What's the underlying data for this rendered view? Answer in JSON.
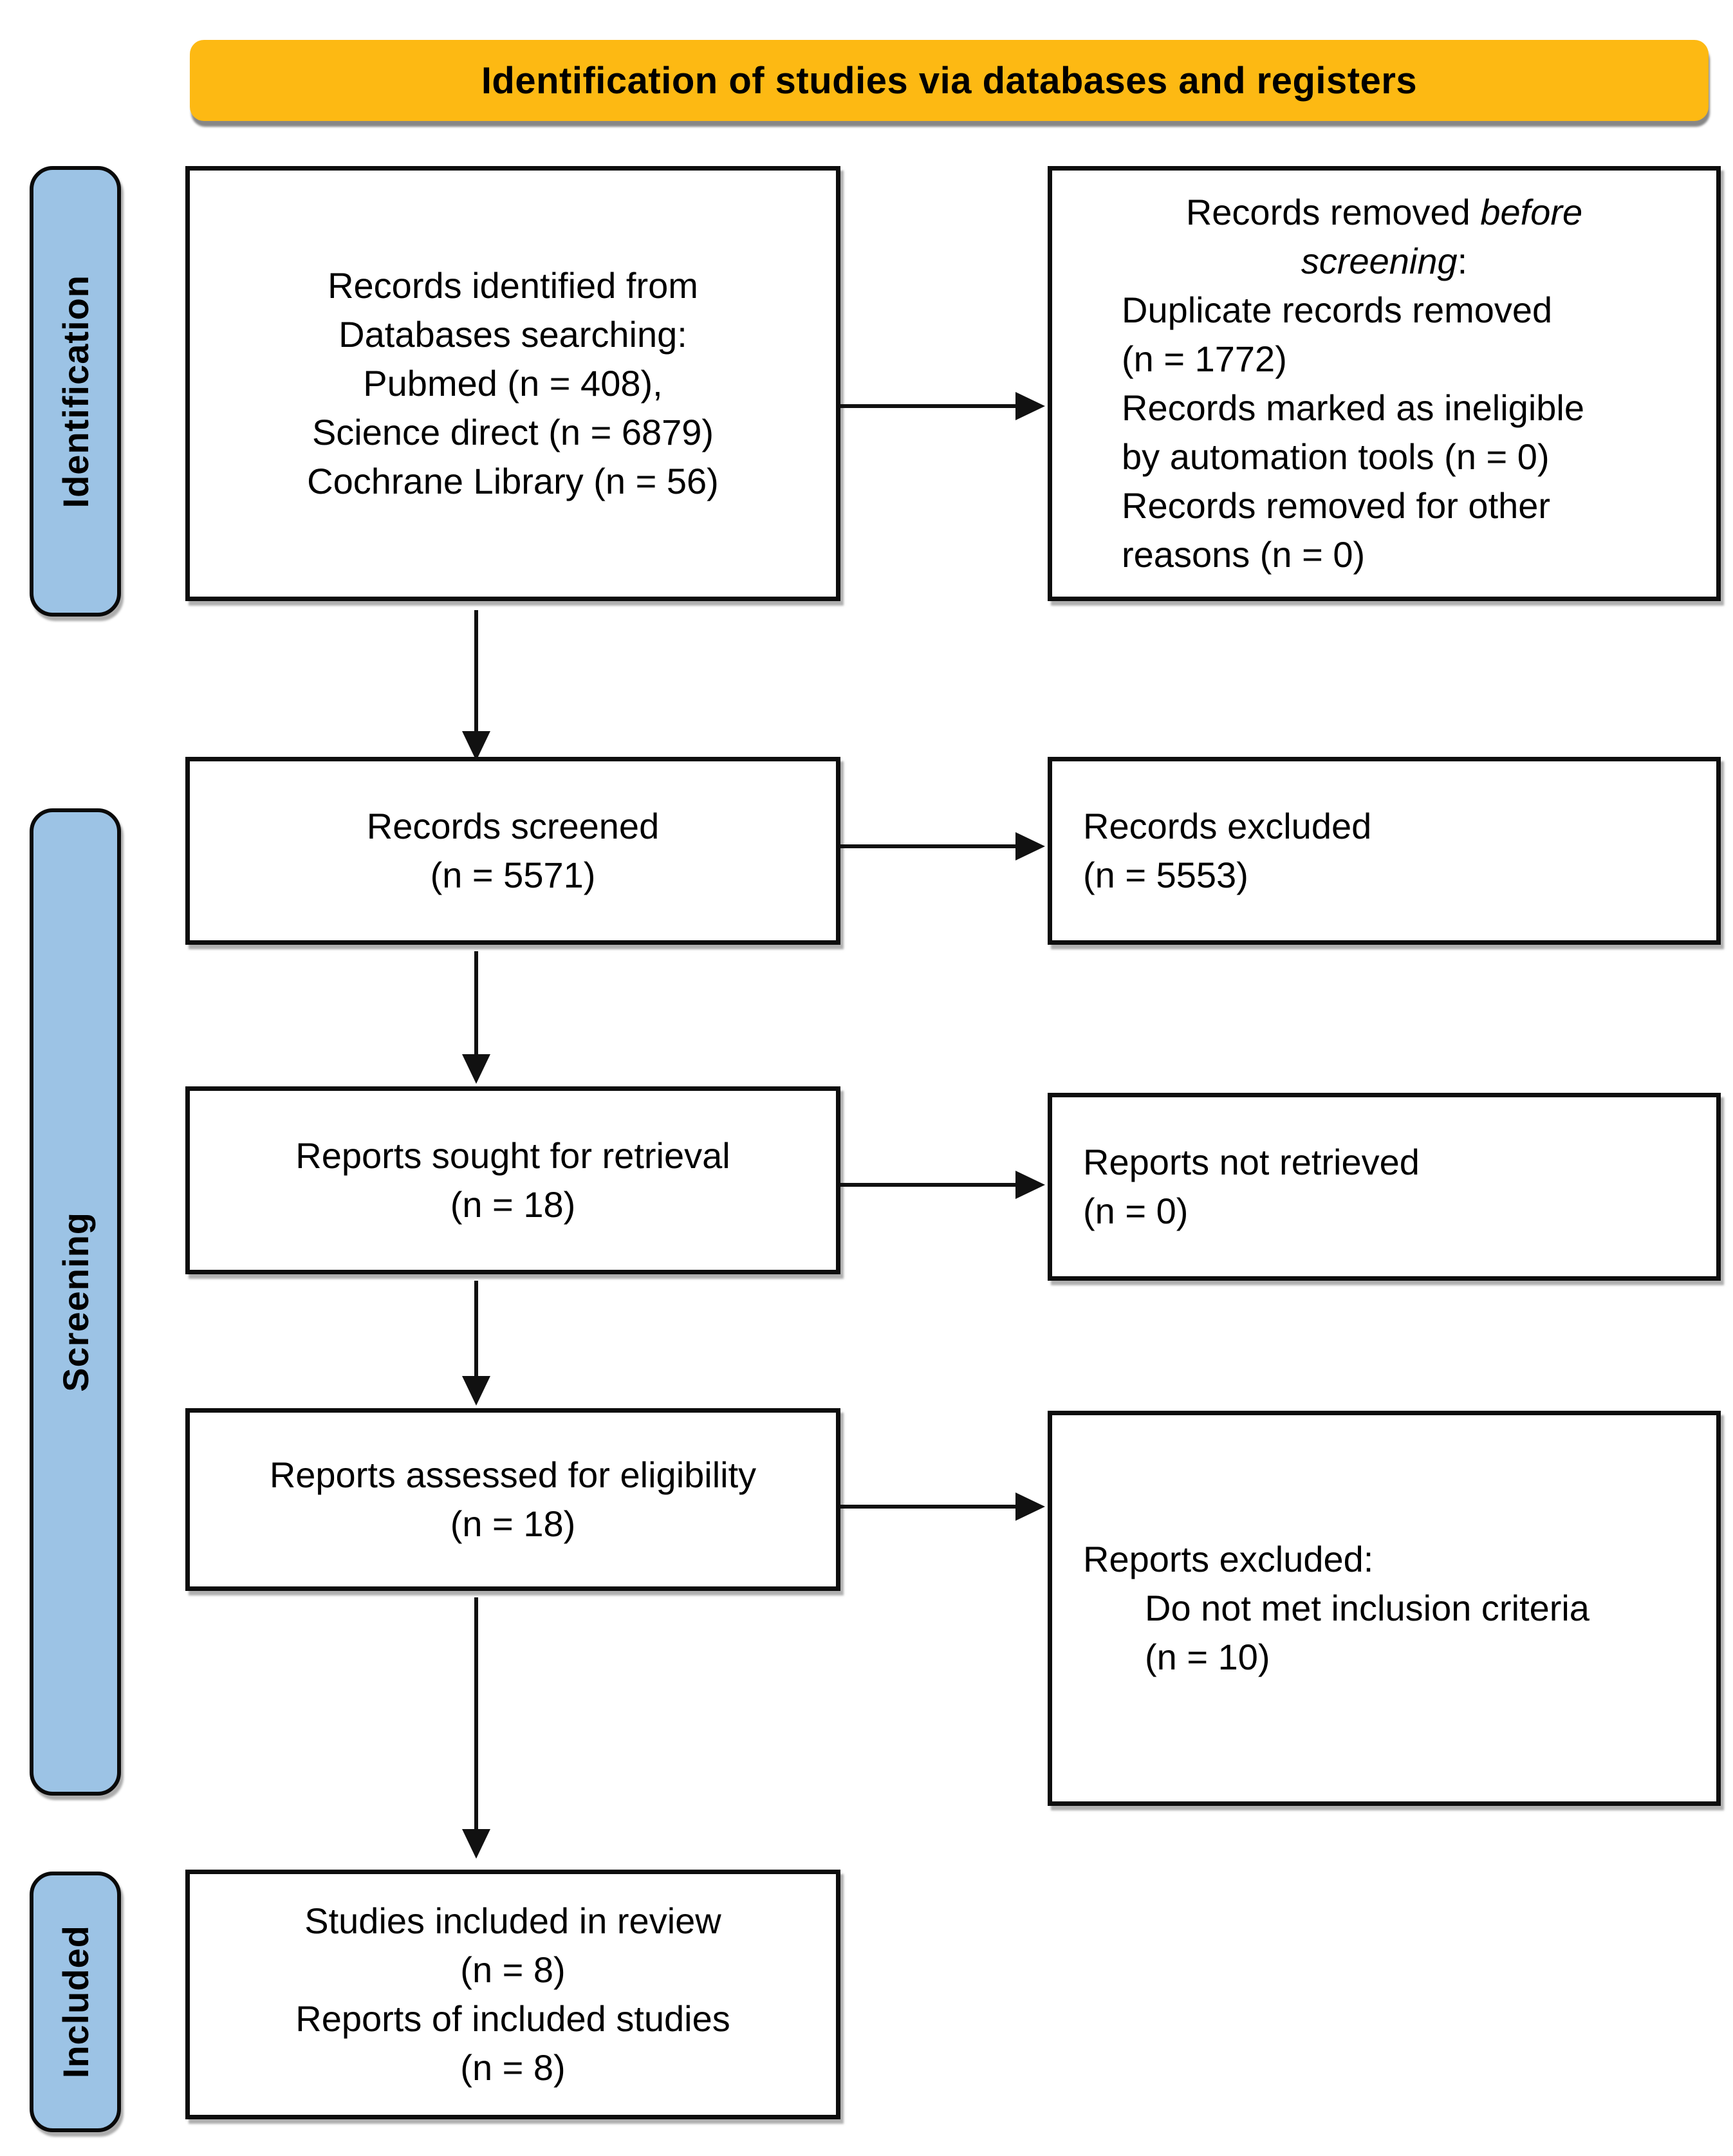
{
  "banner": {
    "title": "Identification of studies via databases and registers"
  },
  "stages": {
    "identification": "Identification",
    "screening": "Screening",
    "included": "Included"
  },
  "boxes": {
    "identified": {
      "text": "Records identified from\nDatabases searching:\nPubmed (n = 408),\nScience direct (n = 6879)\nCochrane Library (n = 56)"
    },
    "removed": {
      "heading_regular": "Records removed ",
      "heading_italic_line1": "before",
      "heading_italic_line2": "screening",
      "heading_suffix": ":",
      "details": "Duplicate records removed\n(n = 1772)\nRecords marked as ineligible\nby automation tools (n = 0)\nRecords removed for other\nreasons (n = 0)"
    },
    "screened": {
      "text": "Records screened\n(n = 5571)"
    },
    "excluded": {
      "text": "Records excluded\n(n = 5553)"
    },
    "sought": {
      "text": "Reports sought for retrieval\n(n = 18)"
    },
    "not_retrieved": {
      "text": "Reports not retrieved\n(n = 0)"
    },
    "assessed": {
      "text": "Reports assessed for eligibility\n(n = 18)"
    },
    "reports_excluded": {
      "title": "Reports excluded:",
      "details": "Do not met inclusion criteria\n(n = 10)"
    },
    "included_studies": {
      "text": "Studies included in review\n(n = 8)\nReports of included studies\n(n = 8)"
    }
  },
  "colors": {
    "banner_bg": "#FDB913",
    "stage_bg": "#9CC3E5",
    "box_border": "#0D0D0D",
    "text": "#000000"
  }
}
